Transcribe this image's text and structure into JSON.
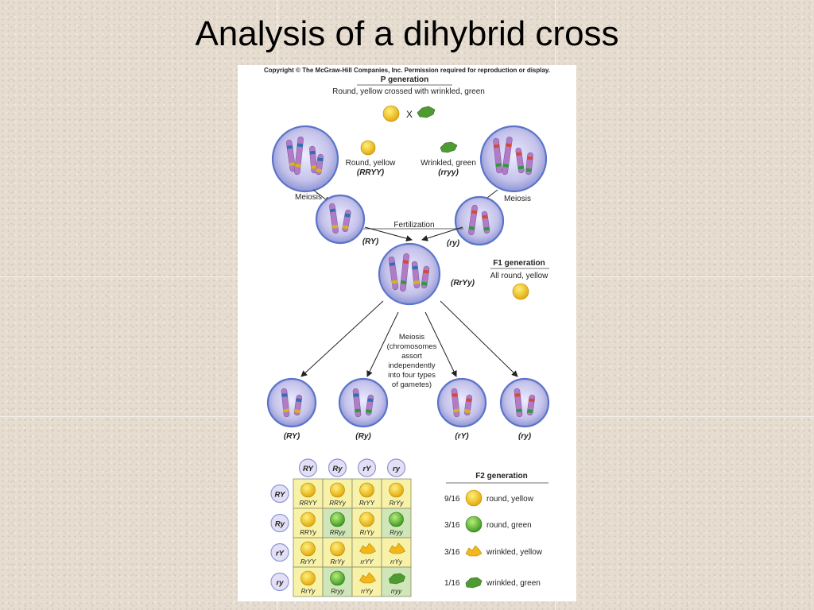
{
  "slide": {
    "title": "Analysis of a dihybrid cross"
  },
  "figure": {
    "copyright": "Copyright © The McGraw-Hill Companies, Inc. Permission required for reproduction or display.",
    "p_generation": {
      "heading": "P generation",
      "subtitle": "Round, yellow crossed with wrinkled, green",
      "cross_symbol": "X",
      "parent_left_label": "Round, yellow",
      "parent_left_genotype": "(RRYY)",
      "parent_right_label": "Wrinkled, green",
      "parent_right_genotype": "(rryy)"
    },
    "meiosis_left": "Meiosis",
    "meiosis_right": "Meiosis",
    "fertilization": "Fertilization",
    "gamete_left": "(RY)",
    "gamete_right": "(ry)",
    "f1": {
      "genotype": "(RrYy)",
      "heading": "F1 generation",
      "subtitle": "All round, yellow"
    },
    "meiosis_note": [
      "Meiosis",
      "(chromosomes",
      "assort",
      "independently",
      "into four types",
      "of gametes)"
    ],
    "f1_gametes": [
      "(RY)",
      "(Ry)",
      "(rY)",
      "(ry)"
    ],
    "punnett": {
      "col_headers": [
        "RY",
        "Ry",
        "rY",
        "ry"
      ],
      "row_headers": [
        "RY",
        "Ry",
        "rY",
        "ry"
      ],
      "cells": [
        [
          "RRYY",
          "RRYy",
          "RrYY",
          "RrYy"
        ],
        [
          "RRYy",
          "RRyy",
          "RrYy",
          "Rryy"
        ],
        [
          "RrYY",
          "RrYy",
          "rrYY",
          "rrYy"
        ],
        [
          "RrYy",
          "Rryy",
          "rrYy",
          "rryy"
        ]
      ],
      "phenotypes": [
        [
          "round-yellow",
          "round-yellow",
          "round-yellow",
          "round-yellow"
        ],
        [
          "round-yellow",
          "round-green",
          "round-yellow",
          "round-green"
        ],
        [
          "round-yellow",
          "round-yellow",
          "wrinkled-yellow",
          "wrinkled-yellow"
        ],
        [
          "round-yellow",
          "round-green",
          "wrinkled-yellow",
          "wrinkled-green"
        ]
      ]
    },
    "f2": {
      "heading": "F2 generation",
      "ratios": [
        {
          "fraction": "9/16",
          "label": "round, yellow",
          "pea": "round-yellow"
        },
        {
          "fraction": "3/16",
          "label": "round, green",
          "pea": "round-green"
        },
        {
          "fraction": "3/16",
          "label": "wrinkled, yellow",
          "pea": "wrinkled-yellow"
        },
        {
          "fraction": "1/16",
          "label": "wrinkled, green",
          "pea": "wrinkled-green"
        }
      ]
    },
    "colors": {
      "cell_membrane": "#5b74c9",
      "cell_fill": "#c9c8ec",
      "chromosome": "#b07cc6",
      "allele_R": "#2f6fb3",
      "allele_r": "#d44a3a",
      "allele_Y": "#d9b21a",
      "allele_y": "#2d9a3c",
      "yellow_pea": "#f2c418",
      "green_pea": "#6cc13a",
      "punnett_yellow": "#f7f2a8",
      "punnett_green": "#cfe7b8"
    }
  }
}
